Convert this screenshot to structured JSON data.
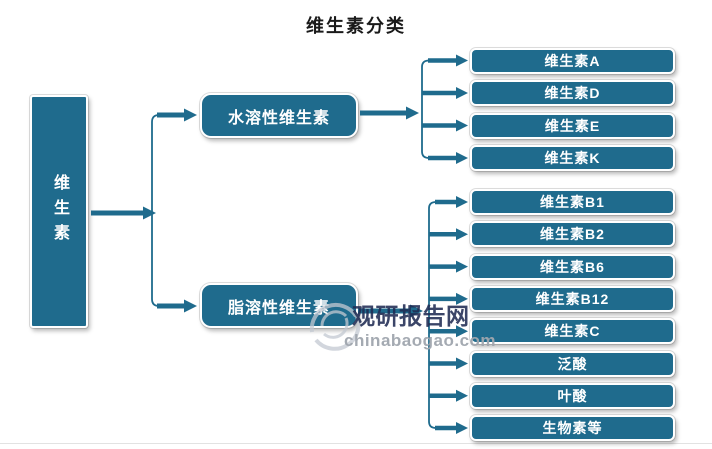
{
  "title": "维生素分类",
  "colors": {
    "accent": "#1F6B8D",
    "wm_navy": "#202C54",
    "wm_gray": "#A0A6AE"
  },
  "root": {
    "label": "维生素"
  },
  "categories": [
    {
      "label": "水溶性维生素",
      "items": [
        "维生素A",
        "维生素D",
        "维生素E",
        "维生素K"
      ]
    },
    {
      "label": "脂溶性维生素",
      "items": [
        "维生素B1",
        "维生素B2",
        "维生素B6",
        "维生素B12",
        "维生素C",
        "泛酸",
        "叶酸",
        "生物素等"
      ]
    }
  ],
  "watermark": {
    "brand": "观研报告网",
    "domain": "chinabaogao.com",
    "logo": "swirl-globe-icon"
  }
}
